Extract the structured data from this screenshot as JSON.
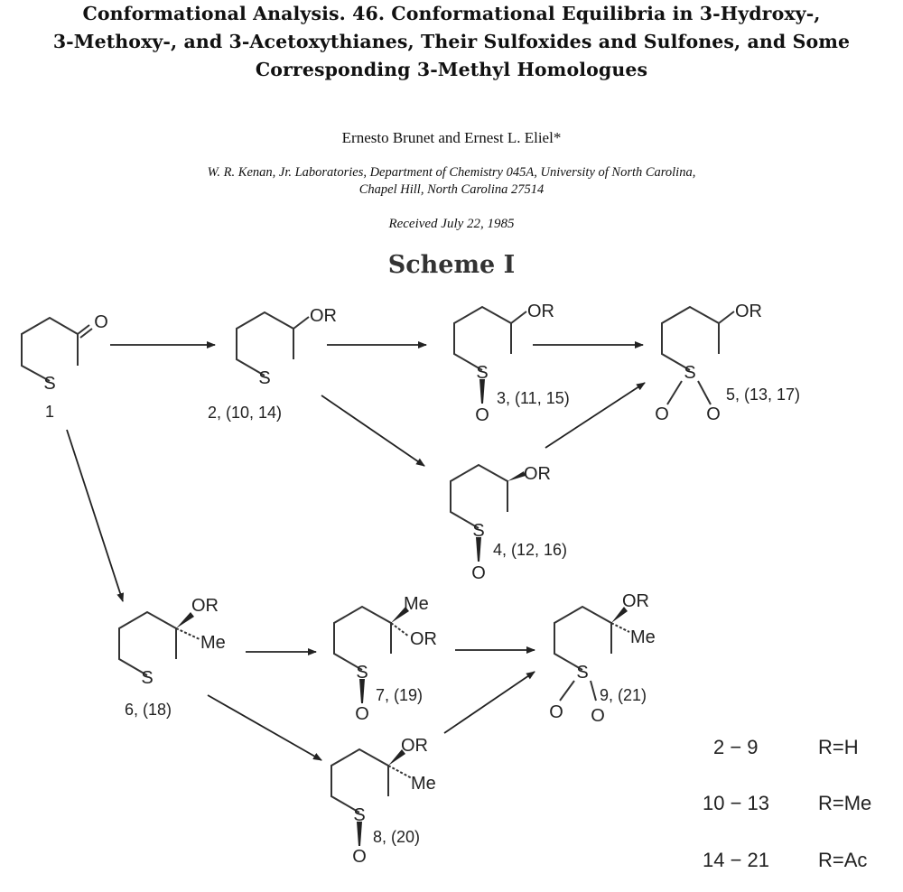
{
  "header": {
    "title_line1": "Conformational Analysis.  46.  Conformational Equilibria in 3-Hydroxy-,",
    "title_line2": "3-Methoxy-, and 3-Acetoxythianes, Their Sulfoxides and Sulfones, and Some",
    "title_line3": "Corresponding 3-Methyl Homologues",
    "authors": "Ernesto Brunet and Ernest L. Eliel*",
    "affiliation_line1": "W. R. Kenan, Jr. Laboratories, Department of Chemistry 045A, University of North Carolina,",
    "affiliation_line2": "Chapel Hill, North Carolina  27514",
    "received": "Received July 22, 1985"
  },
  "scheme": {
    "title": "Scheme I",
    "atoms": {
      "O": "O",
      "S": "S",
      "OR": "OR",
      "Me": "Me"
    },
    "compound_labels": {
      "c1": "1",
      "c2": "2, (10, 14)",
      "c3": "3, (11, 15)",
      "c4": "4, (12, 16)",
      "c5": "5, (13, 17)",
      "c6": "6, (18)",
      "c7": "7, (19)",
      "c8": "8, (20)",
      "c9": "9, (21)"
    },
    "legend": [
      {
        "range": "2 − 9",
        "group": "R=H"
      },
      {
        "range": "10 − 13",
        "group": "R=Me"
      },
      {
        "range": "14 − 21",
        "group": "R=Ac"
      }
    ]
  }
}
